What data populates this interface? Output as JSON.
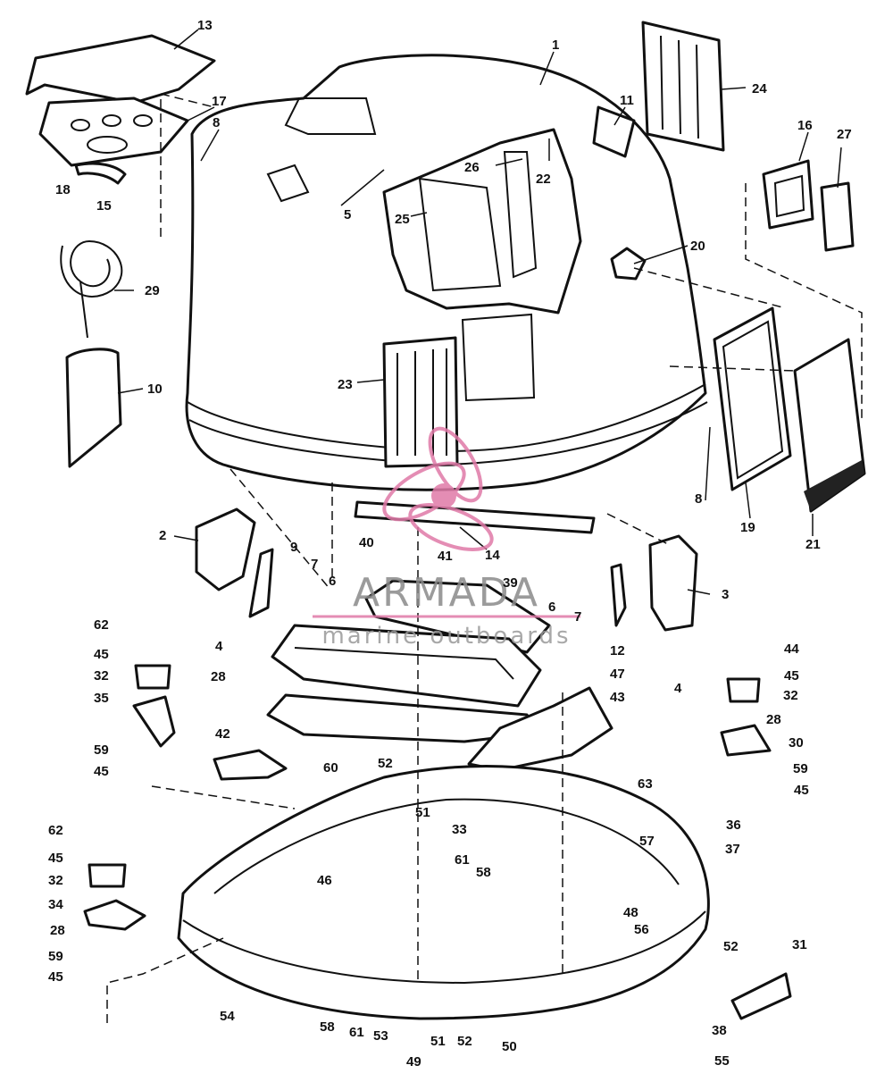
{
  "watermark": {
    "brand": "ARMADA",
    "tagline": "marine outboards",
    "brand_color": "#8a8a8a",
    "accent_color": "#e07aa8"
  },
  "callouts": [
    "1",
    "2",
    "3",
    "4",
    "4",
    "5",
    "6",
    "6",
    "7",
    "7",
    "8",
    "8",
    "9",
    "10",
    "11",
    "12",
    "13",
    "14",
    "15",
    "16",
    "17",
    "18",
    "19",
    "20",
    "21",
    "22",
    "23",
    "24",
    "25",
    "26",
    "27",
    "28",
    "28",
    "28",
    "29",
    "30",
    "31",
    "32",
    "32",
    "32",
    "33",
    "34",
    "35",
    "36",
    "37",
    "38",
    "39",
    "40",
    "41",
    "42",
    "43",
    "44",
    "45",
    "45",
    "45",
    "45",
    "45",
    "45",
    "46",
    "47",
    "48",
    "49",
    "50",
    "51",
    "51",
    "52",
    "52",
    "52",
    "53",
    "54",
    "55",
    "56",
    "57",
    "58",
    "58",
    "59",
    "59",
    "59",
    "60",
    "61",
    "61",
    "62",
    "62",
    "63"
  ]
}
